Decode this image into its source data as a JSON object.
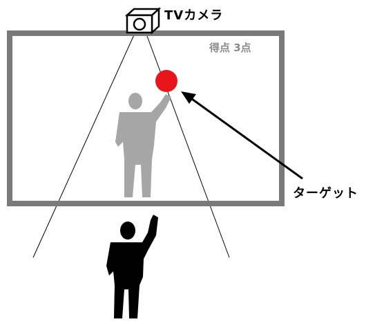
{
  "labels": {
    "camera": "TVカメラ",
    "score": "得点 3点",
    "target": "ターゲット"
  },
  "colors": {
    "screen_frame": "#7a7a7a",
    "target": "#e8161b",
    "projected_person": "#a6a6a6",
    "person": "#000000",
    "lines": "#000000"
  },
  "icons": {
    "camera": "tv-camera-icon",
    "target": "target-circle",
    "person": "person-raising-hand",
    "projected_person": "person-shadow-on-screen"
  }
}
